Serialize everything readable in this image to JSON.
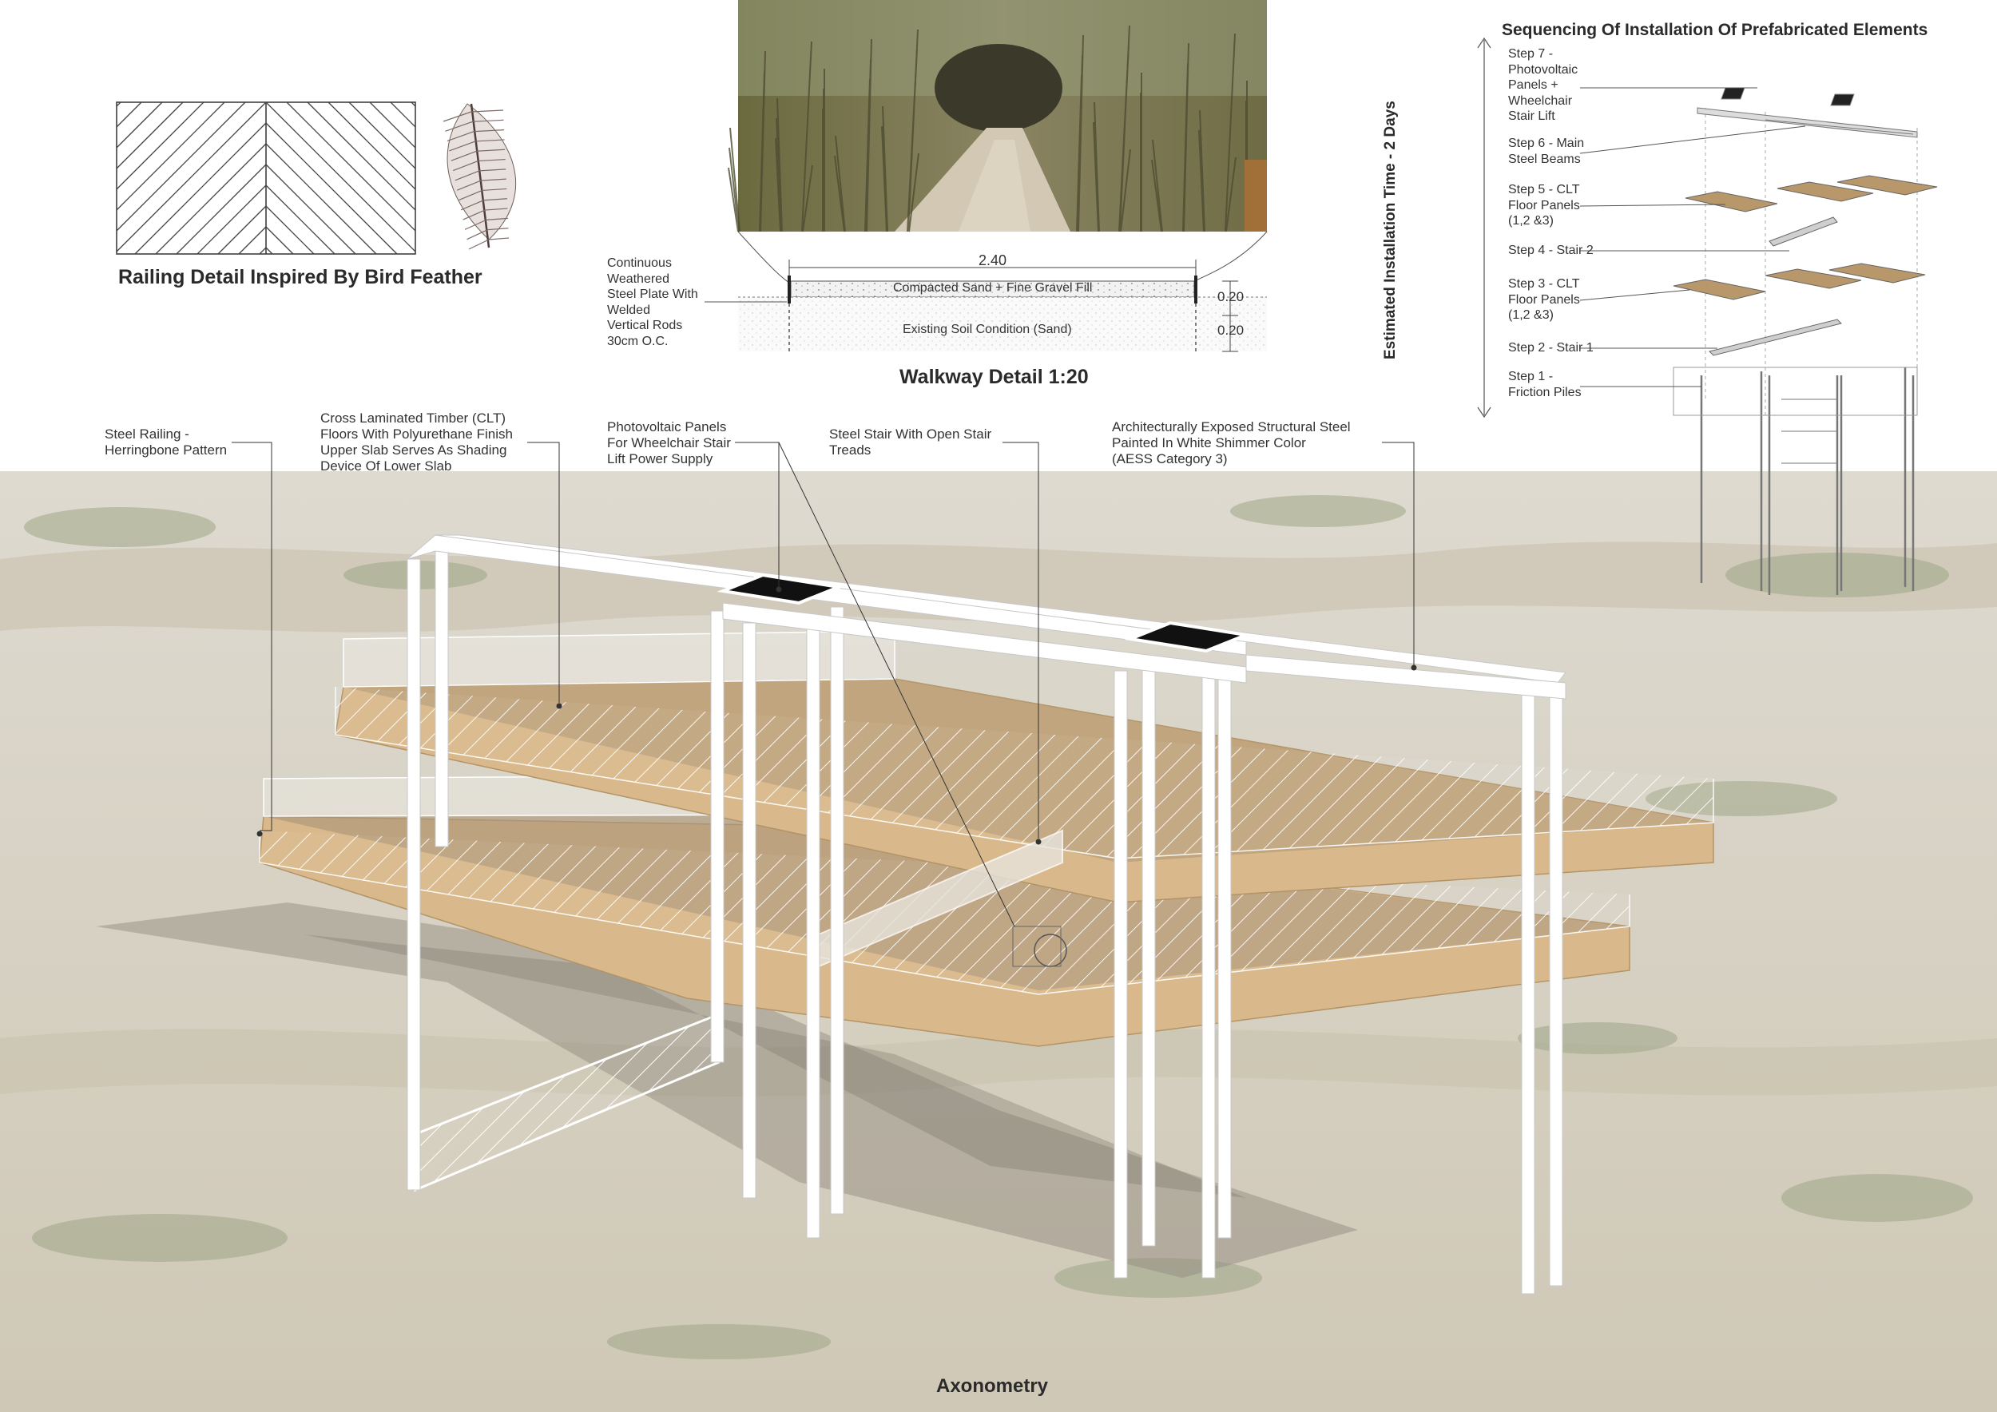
{
  "railing": {
    "title": "Railing Detail Inspired By Bird Feather"
  },
  "walkway": {
    "title": "Walkway Detail 1:20",
    "steel_plate_note": "Continuous\nWeathered\nSteel Plate With\nWelded\nVertical Rods\n30cm O.C.",
    "width_dim": "2.40",
    "fill_layer": "Compacted Sand + Fine Gravel Fill",
    "soil_layer": "Existing Soil Condition (Sand)",
    "depth_top": "0.20",
    "depth_bottom": "0.20"
  },
  "sequencing": {
    "title": "Sequencing Of Installation Of Prefabricated Elements",
    "time_label": "Estimated Installation Time - 2 Days",
    "steps": [
      "Step 7 -\nPhotovoltaic\nPanels +\nWheelchair\nStair Lift",
      "Step 6 - Main\nSteel Beams",
      "Step 5 - CLT\nFloor Panels\n(1,2 &3)",
      "Step 4 - Stair 2",
      "Step 3 - CLT\nFloor Panels\n(1,2 &3)",
      "Step 2 - Stair 1",
      "Step 1 -\nFriction Piles"
    ]
  },
  "callouts": [
    "Steel Railing -\nHerringbone Pattern",
    "Cross Laminated Timber (CLT)\nFloors With Polyurethane Finish\nUpper Slab Serves As Shading\nDevice Of Lower Slab",
    "Photovoltaic Panels\nFor Wheelchair Stair\nLift Power Supply",
    "Steel Stair With Open Stair\nTreads",
    "Architecturally Exposed Structural Steel\nPainted In White Shimmer Color\n(AESS Category 3)"
  ],
  "axonometry": {
    "title": "Axonometry"
  },
  "colors": {
    "sand": "#d9d4c4",
    "timber": "#d9b98c",
    "steel": "#ffffff",
    "photo_green": "#7a7a55",
    "path": "#c9c1ae"
  }
}
